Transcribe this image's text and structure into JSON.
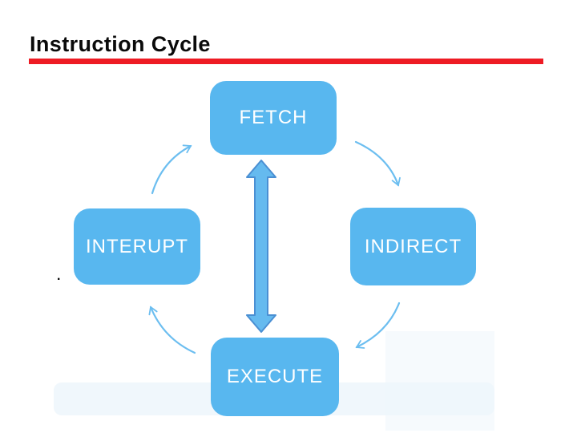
{
  "slide": {
    "title": "Instruction Cycle"
  },
  "diagram": {
    "type": "cycle",
    "nodes": [
      {
        "id": "fetch",
        "label": "FETCH",
        "position": "top"
      },
      {
        "id": "indirect",
        "label": "INDIRECT",
        "position": "right"
      },
      {
        "id": "execute",
        "label": "EXECUTE",
        "position": "bottom"
      },
      {
        "id": "interupt",
        "label": "INTERUPT",
        "position": "left"
      }
    ],
    "edges": [
      {
        "from": "interupt",
        "to": "fetch",
        "style": "curved-arc"
      },
      {
        "from": "fetch",
        "to": "indirect",
        "style": "curved-arc"
      },
      {
        "from": "indirect",
        "to": "execute",
        "style": "curved-arc"
      },
      {
        "from": "execute",
        "to": "interupt",
        "style": "curved-arc"
      },
      {
        "from": "fetch",
        "to": "execute",
        "style": "double-headed-block"
      }
    ],
    "stray_bullet": "."
  },
  "colors": {
    "bg": "#ffffff",
    "title_text": "#0a0a0a",
    "divider": "#ee1b24",
    "node_fill": "#58b7ef",
    "node_text": "#ffffff",
    "arc_arrow": "#6cbef0",
    "double_arrow_fill": "#65baef",
    "double_arrow_stroke": "#4a8fd3",
    "faint_band": "#edf6fb"
  }
}
